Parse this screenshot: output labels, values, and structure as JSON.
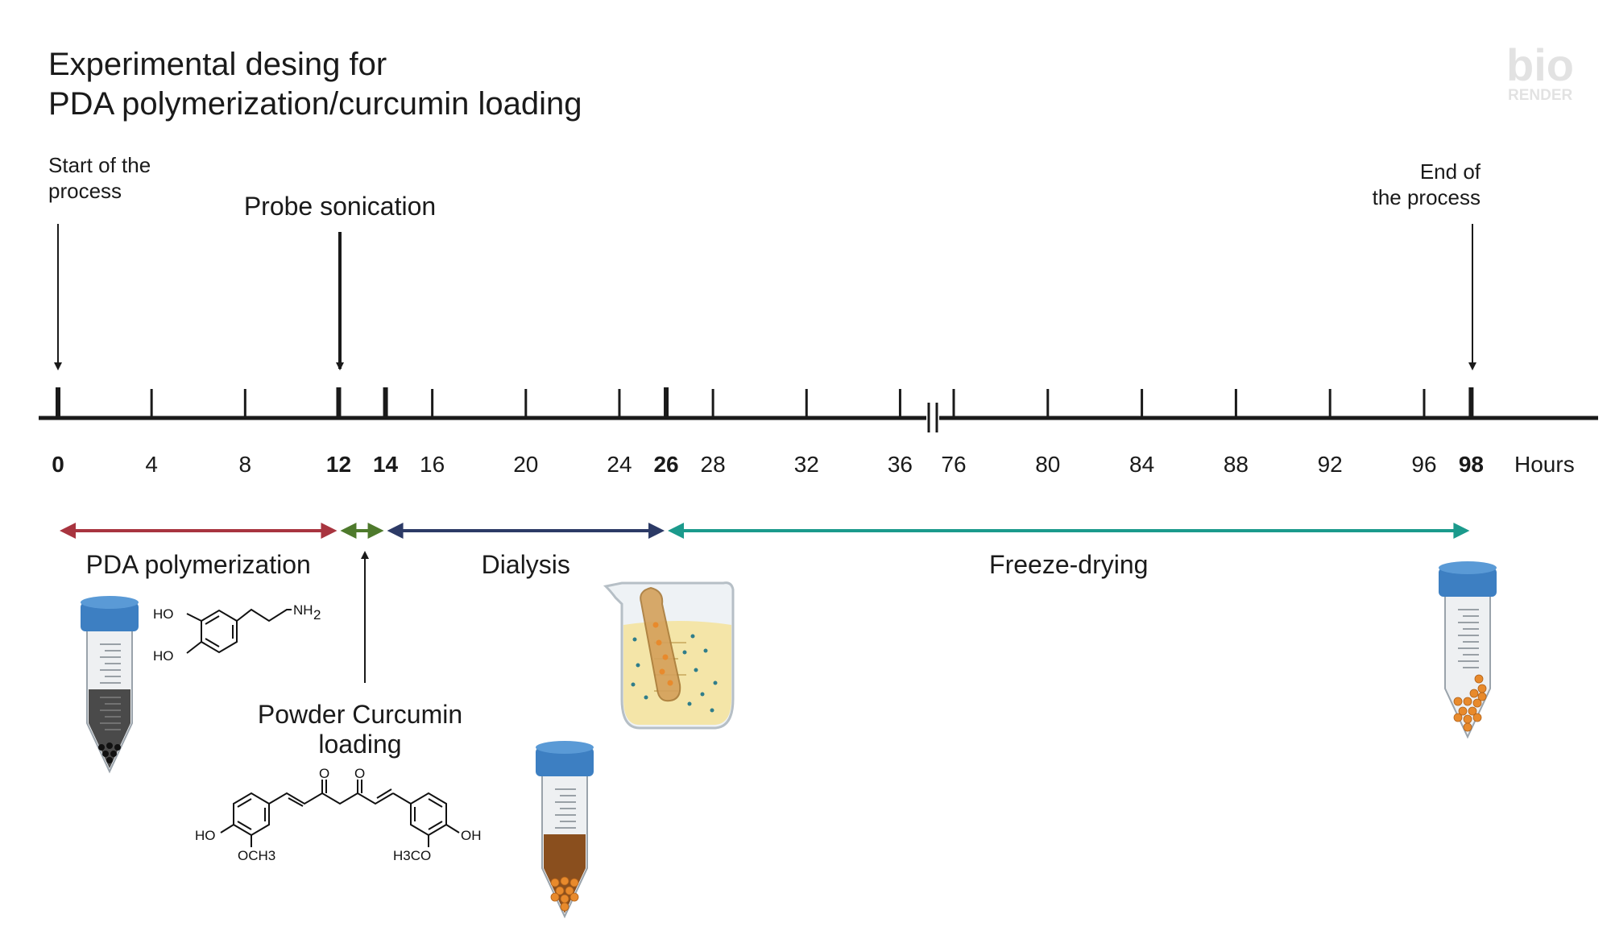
{
  "title": {
    "line1": "Experimental desing for",
    "line2": "PDA polymerization/curcumin loading"
  },
  "watermark": {
    "logo_text": "bio",
    "sub_text": "RENDER"
  },
  "events": {
    "start_line1": "Start of the",
    "start_line2": "process",
    "sonication": "Probe sonication",
    "end_line1": "End of",
    "end_line2": "the process",
    "curcumin_line1": "Powder Curcumin",
    "curcumin_line2": "loading"
  },
  "axis": {
    "unit_label": "Hours",
    "ticks_before_break": [
      {
        "label": "0",
        "bold": true
      },
      {
        "label": "4",
        "bold": false
      },
      {
        "label": "8",
        "bold": false
      },
      {
        "label": "12",
        "bold": true
      },
      {
        "label": "14",
        "bold": true
      },
      {
        "label": "16",
        "bold": false
      },
      {
        "label": "20",
        "bold": false
      },
      {
        "label": "24",
        "bold": false
      },
      {
        "label": "26",
        "bold": true
      },
      {
        "label": "28",
        "bold": false
      },
      {
        "label": "32",
        "bold": false
      },
      {
        "label": "36",
        "bold": false
      }
    ],
    "ticks_after_break": [
      {
        "label": "76",
        "bold": false
      },
      {
        "label": "80",
        "bold": false
      },
      {
        "label": "84",
        "bold": false
      },
      {
        "label": "88",
        "bold": false
      },
      {
        "label": "92",
        "bold": false
      },
      {
        "label": "96",
        "bold": false
      },
      {
        "label": "98",
        "bold": true
      }
    ]
  },
  "phases": [
    {
      "label": "PDA polymerization",
      "from_hour": 0,
      "to_hour": 12,
      "color": "#a8343f"
    },
    {
      "label": "",
      "from_hour": 12,
      "to_hour": 14,
      "color": "#4e7a2c"
    },
    {
      "label": "Dialysis",
      "from_hour": 14,
      "to_hour": 26,
      "color": "#2c3a66"
    },
    {
      "label": "Freeze-drying",
      "from_hour": 26,
      "to_hour": 98,
      "color": "#1b9a8c"
    }
  ],
  "molecules": {
    "dopamine": {
      "ho_top": "HO",
      "ho_bottom": "HO",
      "amine": "NH",
      "amine_sub": "2"
    },
    "curcumin": {
      "o_left": "O",
      "o_right": "O",
      "ho_left": "HO",
      "oh_right": "OH",
      "och3_left": "OCH3",
      "h3co_right": "H3CO"
    }
  },
  "colors": {
    "cap": "#3d7fc2",
    "pda_liquid": "#4a4a4a",
    "curcumin_liquid": "#8a4f1e",
    "dialysis_liquid": "#f4e5a8",
    "particle": "#e88a2c"
  }
}
